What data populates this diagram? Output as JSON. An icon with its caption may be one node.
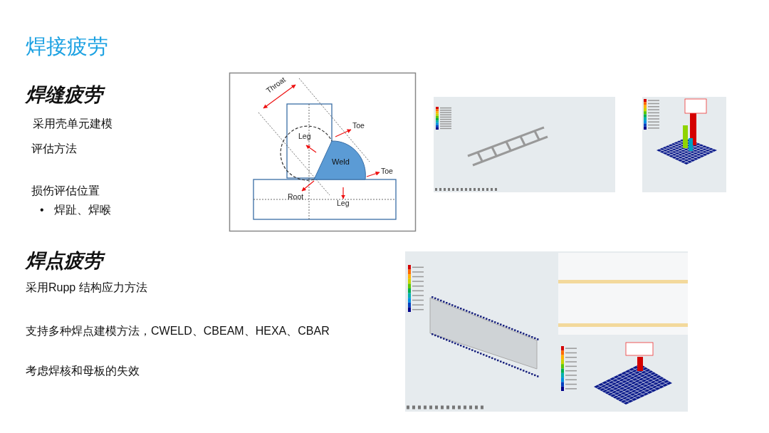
{
  "diagram": {
    "title": "焊接疲劳",
    "nodes": [
      {
        "text": [
          "Weld"
        ]
      }
    ],
    "labels": [
      "焊缝疲劳",
      "采用壳单元建模",
      "评估方法",
      "损伤评估位置",
      "•",
      "焊趾、焊喉",
      "Throat",
      "Toe",
      "Leg",
      "Toe",
      "Root",
      "Leg",
      "焊点疲劳",
      "采用Rupp 结构应力方法",
      "支持多种焊点建模方法，CWELD、CBEAM、HEXA、CBAR",
      "考虑焊核和母板的失效"
    ]
  }
}
